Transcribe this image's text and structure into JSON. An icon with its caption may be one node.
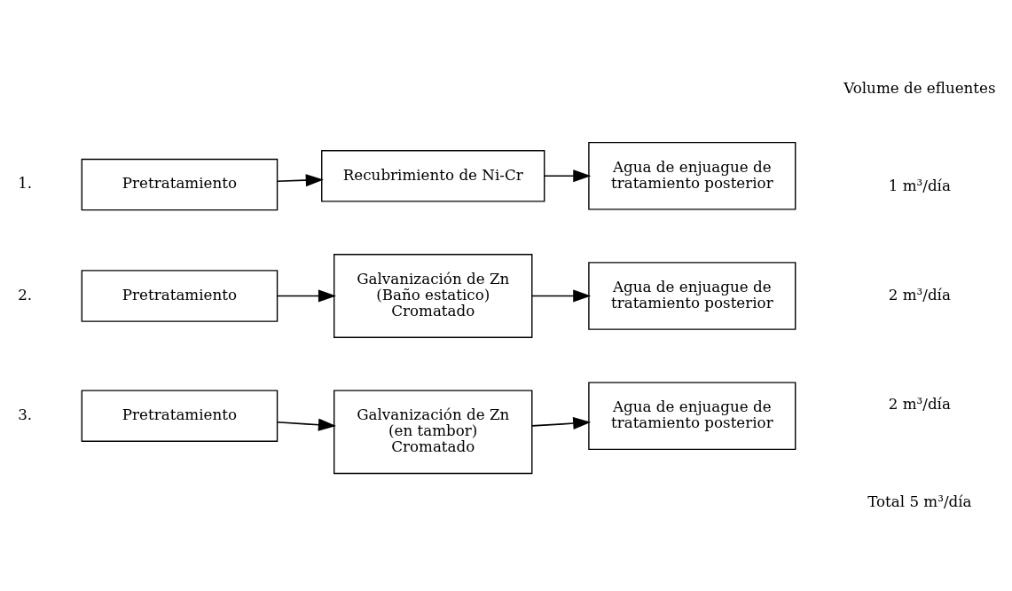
{
  "diagram": {
    "nodes": [
      {
        "text": [
          "Pretratamiento"
        ]
      },
      {
        "text": [
          "Recubrimiento de Ni-Cr"
        ]
      },
      {
        "text": [
          "Agua de enjuague de tratamiento posterior"
        ]
      },
      {
        "text": [
          "Pretratamiento"
        ]
      },
      {
        "text": [
          "Galvanización de Zn",
          "(Baño estatico)",
          "Cromatado"
        ]
      },
      {
        "text": [
          "Agua de enjuague de tratamiento posterior"
        ]
      },
      {
        "text": [
          "Pretratamiento"
        ]
      },
      {
        "text": [
          "Galvanización de Zn",
          "(en tambor)",
          "Cromatado"
        ]
      },
      {
        "text": [
          "Agua de enjuague de tratamiento posterior"
        ]
      }
    ],
    "edges": [
      {
        "from": 0,
        "to": 1,
        "arrow": "to"
      },
      {
        "from": 1,
        "to": 2,
        "arrow": "to"
      },
      {
        "from": 3,
        "to": 4,
        "arrow": "to"
      },
      {
        "from": 4,
        "to": 5,
        "arrow": "to"
      },
      {
        "from": 6,
        "to": 7,
        "arrow": "to"
      },
      {
        "from": 7,
        "to": 8,
        "arrow": "to"
      }
    ],
    "labels": [
      "Volume de efluentes",
      "1.",
      "1 m³/día",
      "2.",
      "2 m³/día",
      "3.",
      "2 m³/día",
      "Total 5 m³/día"
    ]
  }
}
